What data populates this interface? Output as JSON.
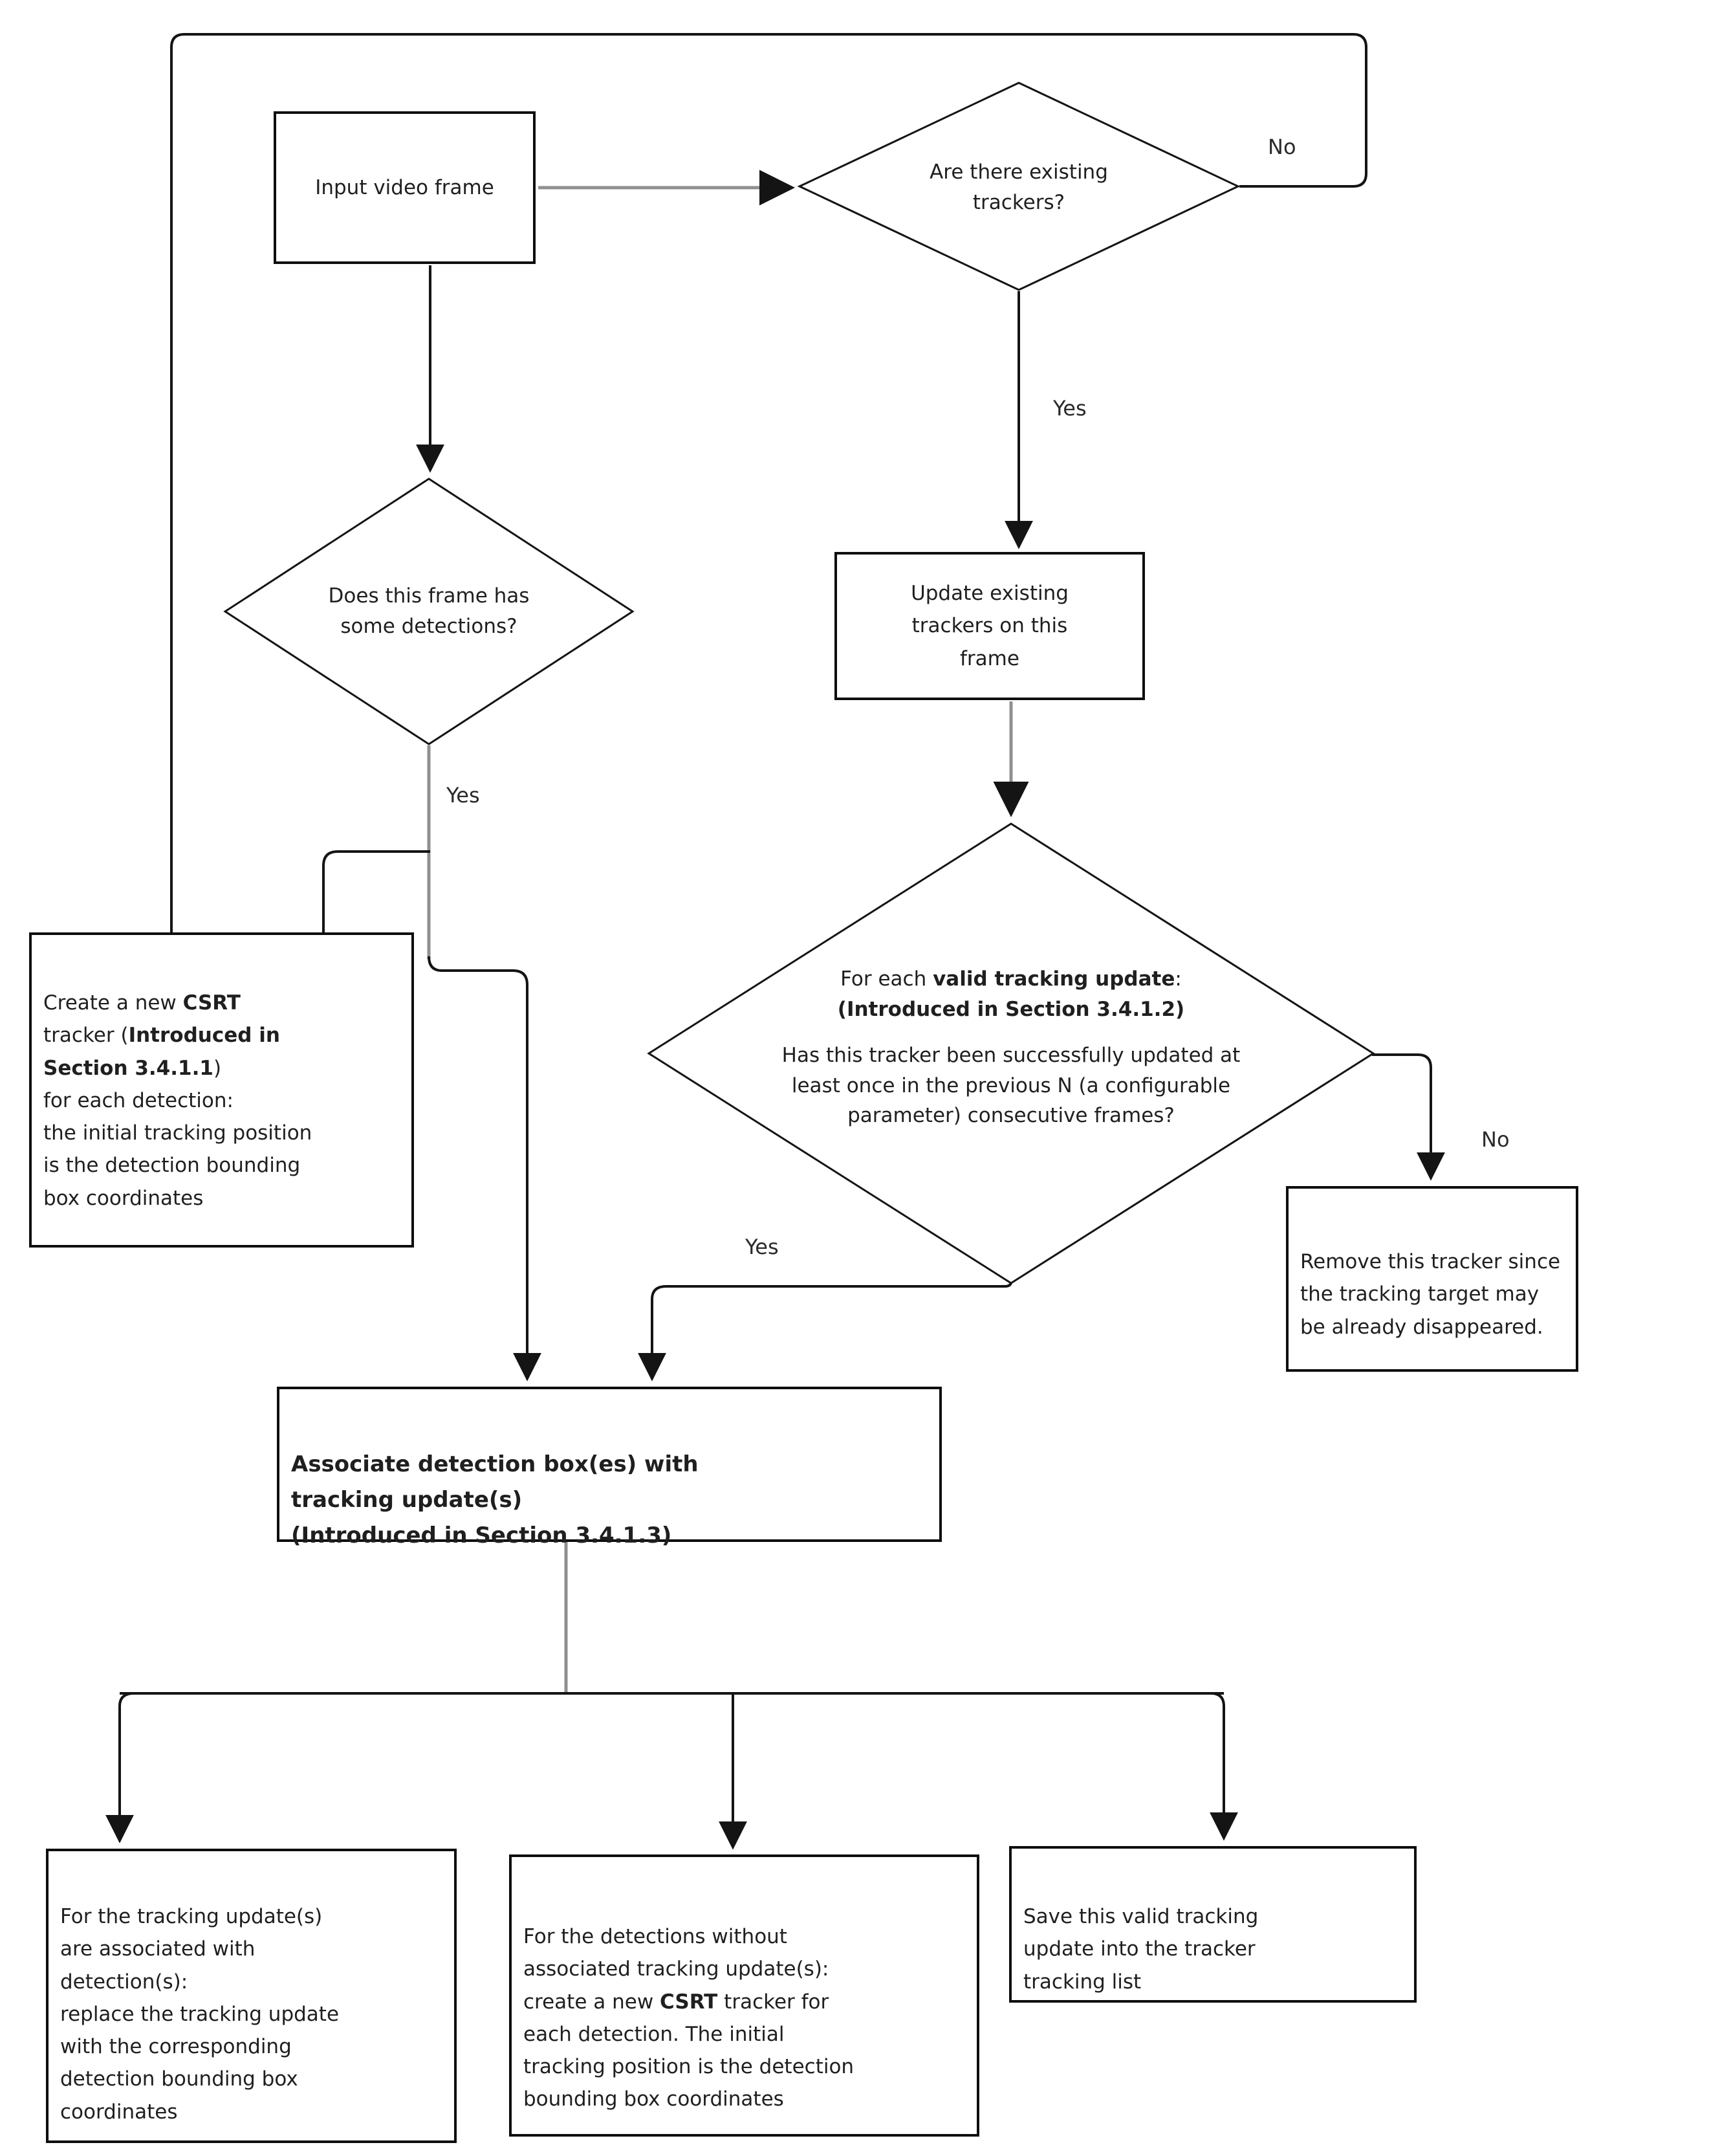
{
  "colors": {
    "line_black": "#141414",
    "line_gray": "#8f8f8f",
    "node_border": "#0e0e0e",
    "background": "#ffffff",
    "text": "#1f1f1f"
  },
  "nodes": {
    "input": {
      "label": "Input video frame"
    },
    "existing_trackers": {
      "label": "Are there existing\ntrackers?"
    },
    "update_trackers": {
      "label": "Update existing\ntrackers on this\nframe"
    },
    "has_detections": {
      "label": "Does this frame has\nsome detections?"
    },
    "create_csrt": {
      "rich": [
        {
          "text": "Create a new ",
          "bold": false
        },
        {
          "text": "CSRT",
          "bold": true
        },
        {
          "text": "\ntracker (",
          "bold": false
        },
        {
          "text": "Introduced in\nSection 3.4.1.1",
          "bold": true
        },
        {
          "text": ")\nfor each detection:\nthe initial tracking position\nis the detection bounding\nbox coordinates",
          "bold": false
        }
      ]
    },
    "valid_update": {
      "header_rich": [
        {
          "text": "For each ",
          "bold": false
        },
        {
          "text": "valid tracking update",
          "bold": true
        },
        {
          "text": ":\n",
          "bold": false
        },
        {
          "text": "(Introduced in Section 3.4.1.2)",
          "bold": true
        }
      ],
      "body": "Has this tracker been successfully updated at\nleast once in the previous N (a configurable\nparameter) consecutive frames?"
    },
    "remove_tracker": {
      "label": "Remove this tracker since\nthe tracking target may\nbe already disappeared."
    },
    "associate": {
      "label": "Associate detection box(es) with\ntracking update(s)\n(Introduced in Section 3.4.1.3)"
    },
    "replace_update": {
      "label": "For the tracking update(s)\nare associated with\ndetection(s):\nreplace the tracking update\nwith the corresponding\ndetection bounding box\ncoordinates"
    },
    "create_for_unmatched": {
      "rich": [
        {
          "text": "For the detections without\nassociated tracking update(s):\ncreate a new ",
          "bold": false
        },
        {
          "text": "CSRT",
          "bold": true
        },
        {
          "text": " tracker for\neach detection. The initial\ntracking position is the detection\nbounding box coordinates",
          "bold": false
        }
      ]
    },
    "save_update": {
      "label": "Save this valid tracking\nupdate into the tracker\ntracking list"
    }
  },
  "edge_labels": {
    "no_trackers": "No",
    "yes_trackers": "Yes",
    "yes_detections": "Yes",
    "no_valid": "No",
    "yes_valid": "Yes"
  }
}
